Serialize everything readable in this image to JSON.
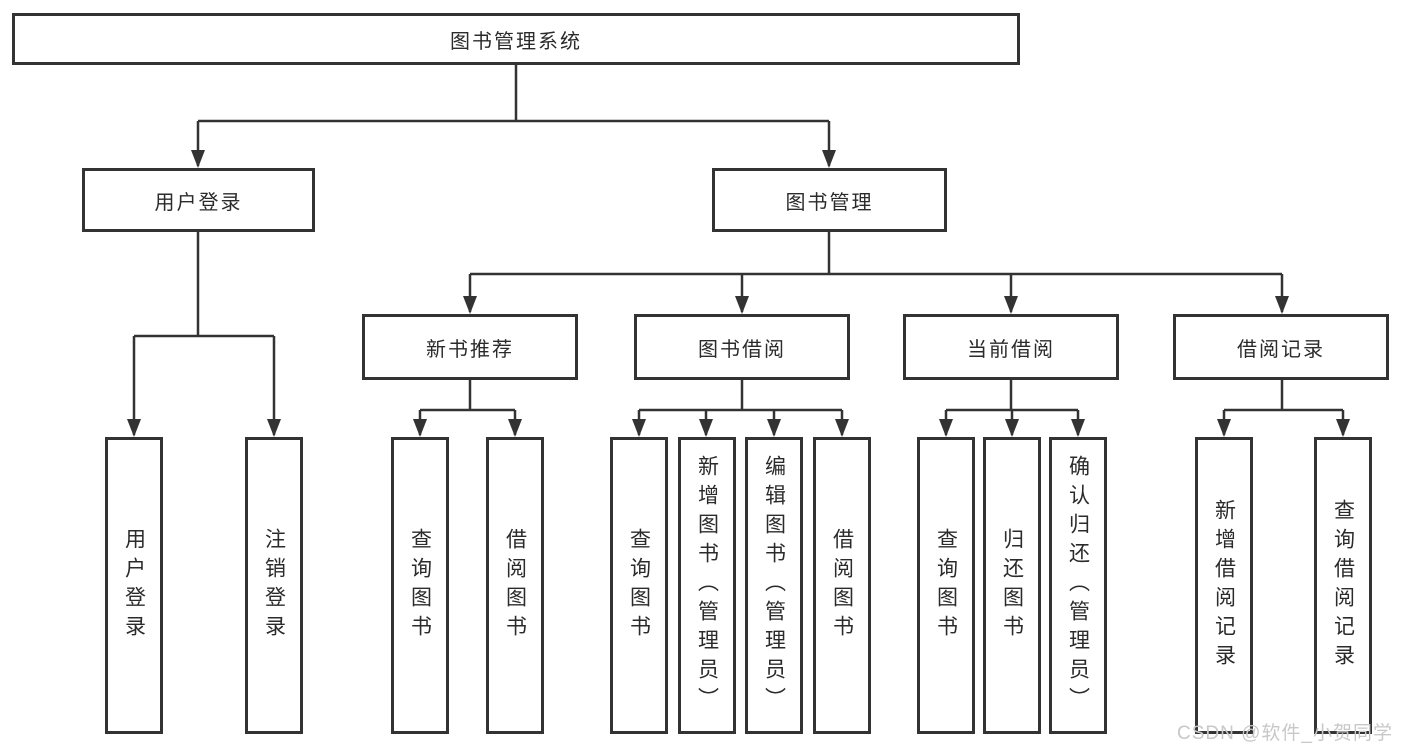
{
  "diagram": {
    "root": {
      "label": "图书管理系统"
    },
    "branches": [
      {
        "label": "用户登录",
        "children": [
          {
            "label": "用户登录"
          },
          {
            "label": "注销登录"
          }
        ]
      },
      {
        "label": "图书管理",
        "children": [
          {
            "label": "新书推荐",
            "children": [
              {
                "label": "查询图书"
              },
              {
                "label": "借阅图书"
              }
            ]
          },
          {
            "label": "图书借阅",
            "children": [
              {
                "label": "查询图书"
              },
              {
                "label": "新增图书（管理员）"
              },
              {
                "label": "编辑图书（管理员）"
              },
              {
                "label": "借阅图书"
              }
            ]
          },
          {
            "label": "当前借阅",
            "children": [
              {
                "label": "查询图书"
              },
              {
                "label": "归还图书"
              },
              {
                "label": "确认归还（管理员）"
              }
            ]
          },
          {
            "label": "借阅记录",
            "children": [
              {
                "label": "新增借阅记录"
              },
              {
                "label": "查询借阅记录"
              }
            ]
          }
        ]
      }
    ]
  },
  "watermark": {
    "text": "CSDN @软件_小贺同学"
  },
  "colors": {
    "line": "#333333",
    "box_border": "#333333",
    "text": "#2b2b2b",
    "watermark": "#c8c8c8",
    "background": "#ffffff"
  }
}
